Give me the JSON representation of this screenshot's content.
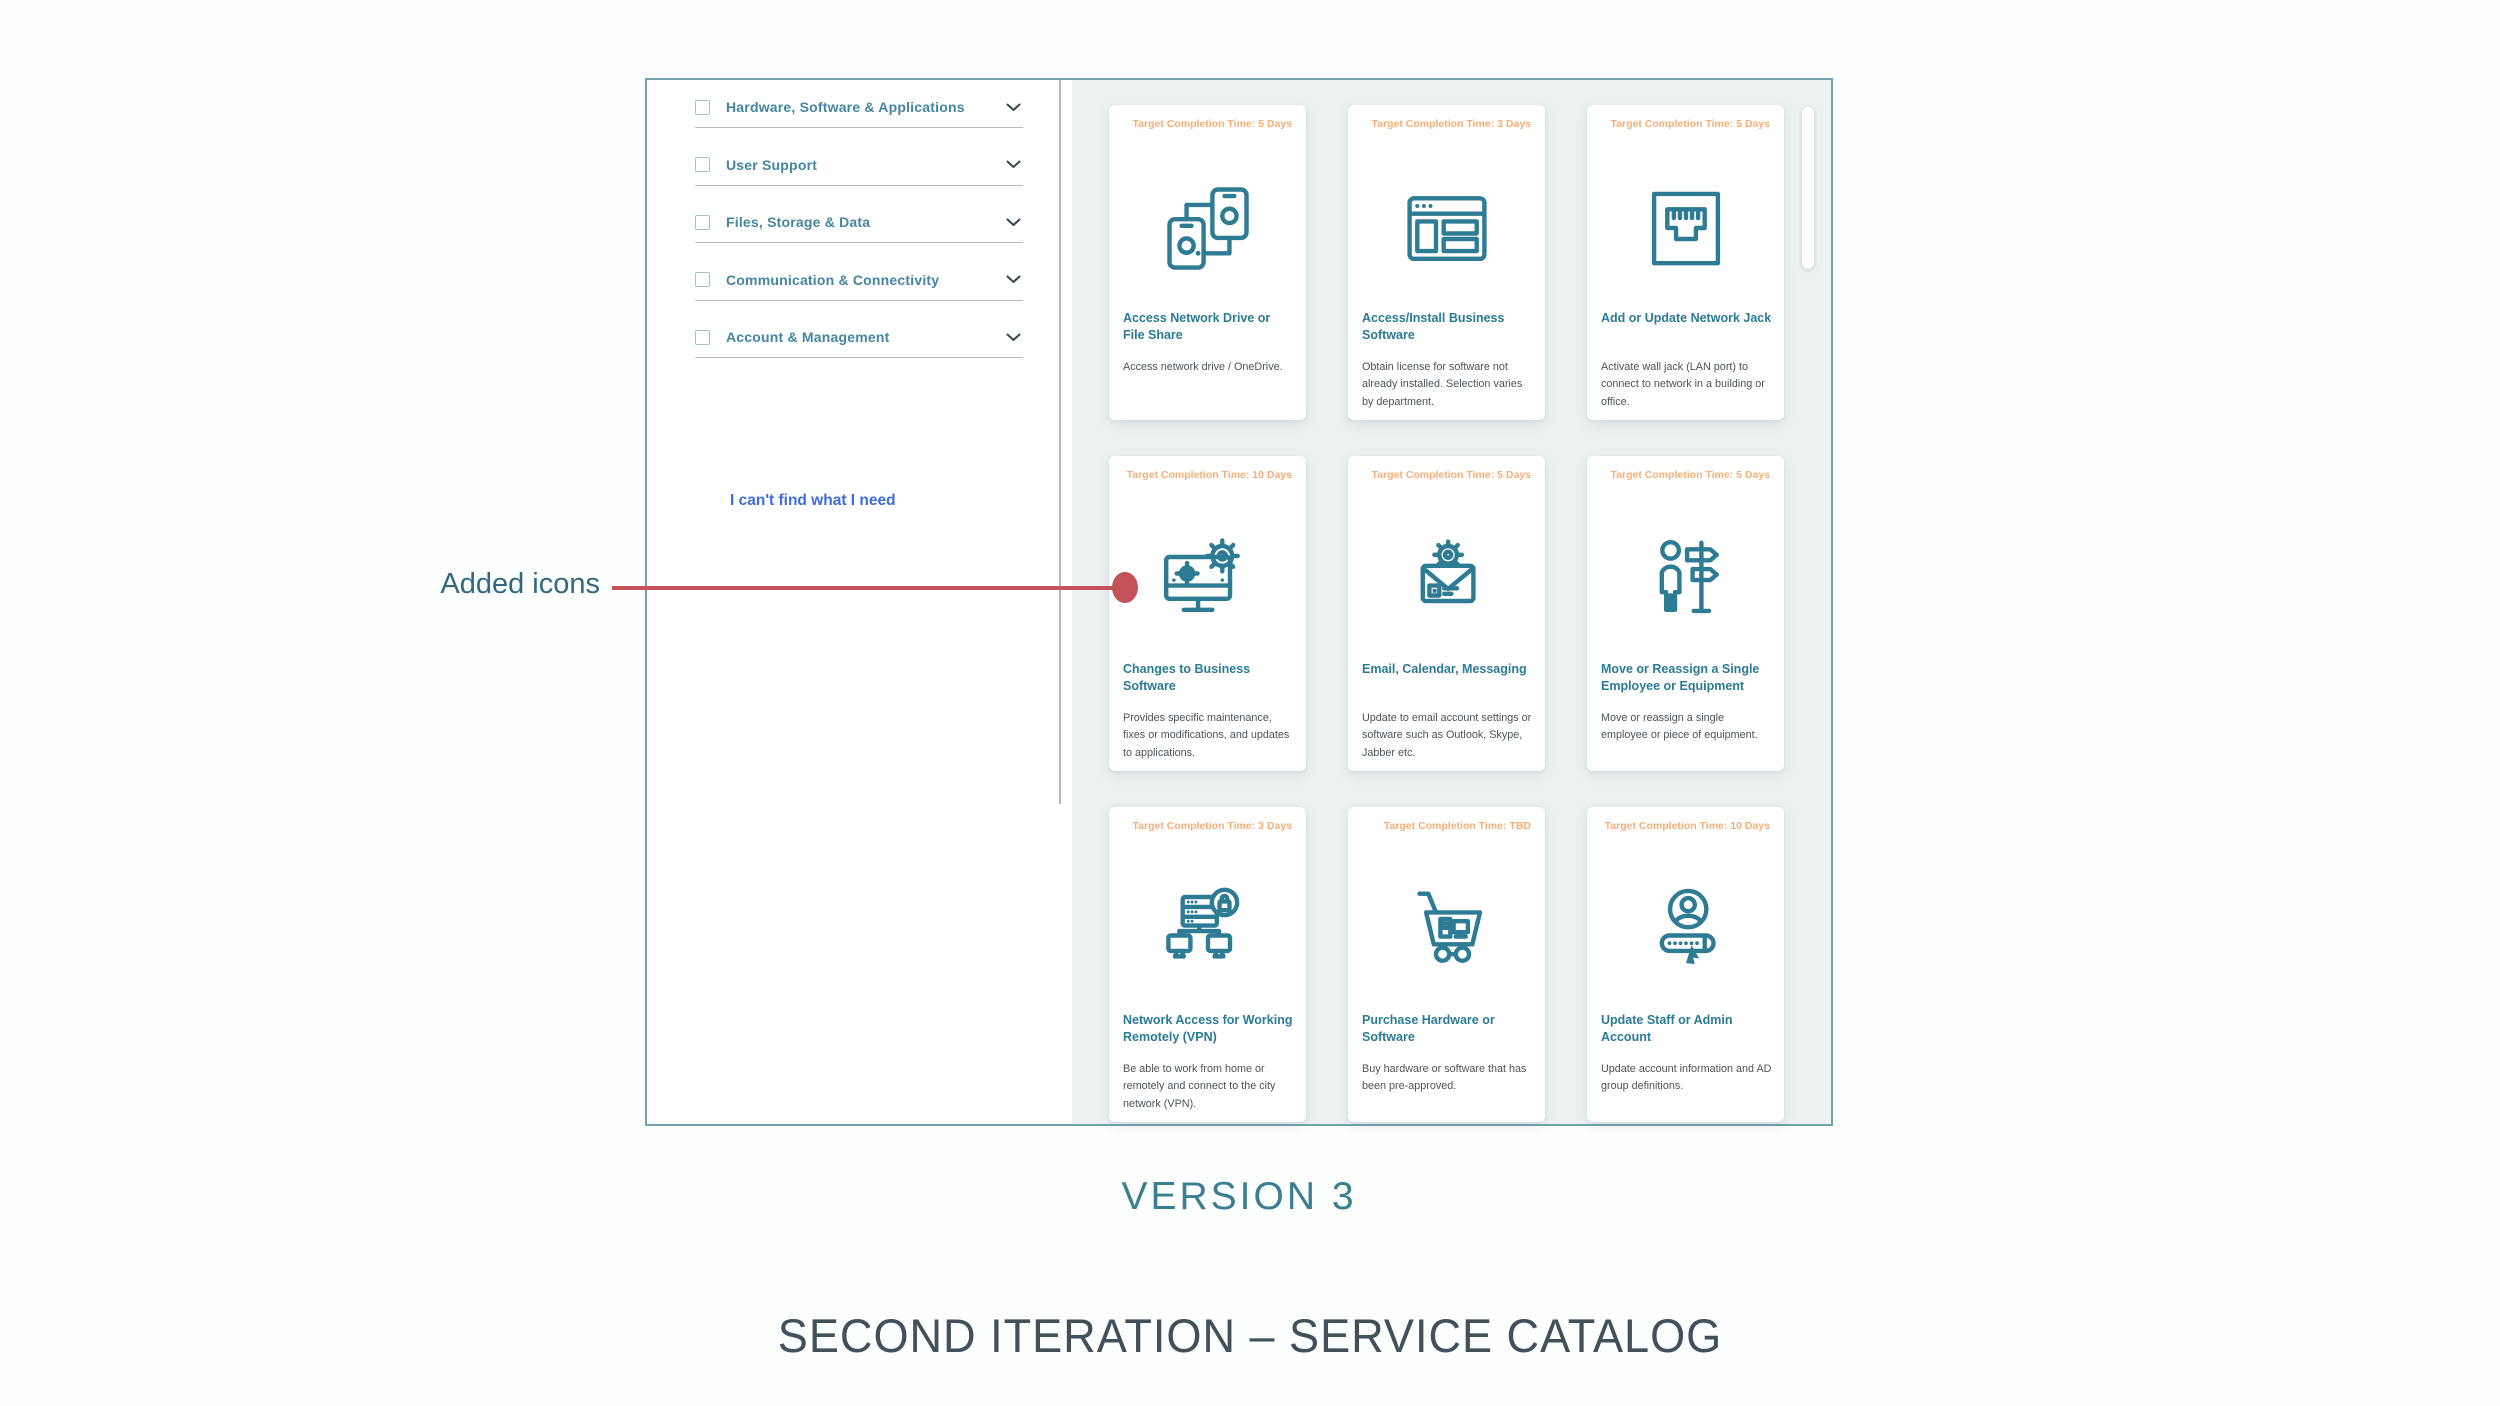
{
  "sidebar": {
    "categories": [
      {
        "label": "Hardware, Software & Applications"
      },
      {
        "label": "User Support"
      },
      {
        "label": "Files, Storage & Data"
      },
      {
        "label": "Communication & Connectivity"
      },
      {
        "label": "Account & Management"
      }
    ],
    "link": "I can't find what I need"
  },
  "cards": [
    {
      "time": "Target Completion Time: 5 Days",
      "icon": "file-share-phones-icon",
      "title": "Access Network Drive or File Share",
      "description": "Access network drive / OneDrive."
    },
    {
      "time": "Target Completion Time: 3 Days",
      "icon": "software-window-icon",
      "title": "Access/Install Business Software",
      "description": "Obtain license for software not already installed. Selection varies by department."
    },
    {
      "time": "Target Completion Time: 5 Days",
      "icon": "network-jack-icon",
      "title": "Add or Update Network Jack",
      "description": "Activate wall jack (LAN port) to connect to network in a building or office."
    },
    {
      "time": "Target Completion Time: 10 Days",
      "icon": "monitor-gears-icon",
      "title": "Changes to Business Software",
      "description": "Provides specific maintenance, fixes or modifications, and updates to applications."
    },
    {
      "time": "Target Completion Time: 5 Days",
      "icon": "email-gear-icon",
      "title": "Email, Calendar, Messaging",
      "description": "Update to email account settings or software such as Outlook, Skype, Jabber etc."
    },
    {
      "time": "Target Completion Time: 5 Days",
      "icon": "person-signpost-icon",
      "title": "Move or Reassign a Single Employee or Equipment",
      "description": "Move or reassign a single employee or piece of equipment."
    },
    {
      "time": "Target Completion Time: 3 Days",
      "icon": "vpn-servers-icon",
      "title": "Network Access for Working Remotely (VPN)",
      "description": "Be able to work from home or remotely and connect to the city network (VPN)."
    },
    {
      "time": "Target Completion Time: TBD",
      "icon": "shopping-cart-icon",
      "title": "Purchase Hardware or Software",
      "description": "Buy hardware or software that has been pre-approved."
    },
    {
      "time": "Target Completion Time: 10 Days",
      "icon": "account-password-icon",
      "title": "Update Staff or Admin Account",
      "description": "Update account information and AD group definitions."
    }
  ],
  "annotation": {
    "label": "Added icons"
  },
  "captions": {
    "version": "VERSION 3",
    "title": "SECOND ITERATION – SERVICE CATALOG"
  },
  "colors": {
    "teal_accent": "#2e7b94",
    "orange_time": "#f6ae78",
    "link_blue": "#3e6cd9",
    "annotation_red": "#c4525a",
    "caption_teal": "#3a7e92",
    "caption_dark": "#42505a",
    "card_area_bg": "#ecf1f1"
  }
}
